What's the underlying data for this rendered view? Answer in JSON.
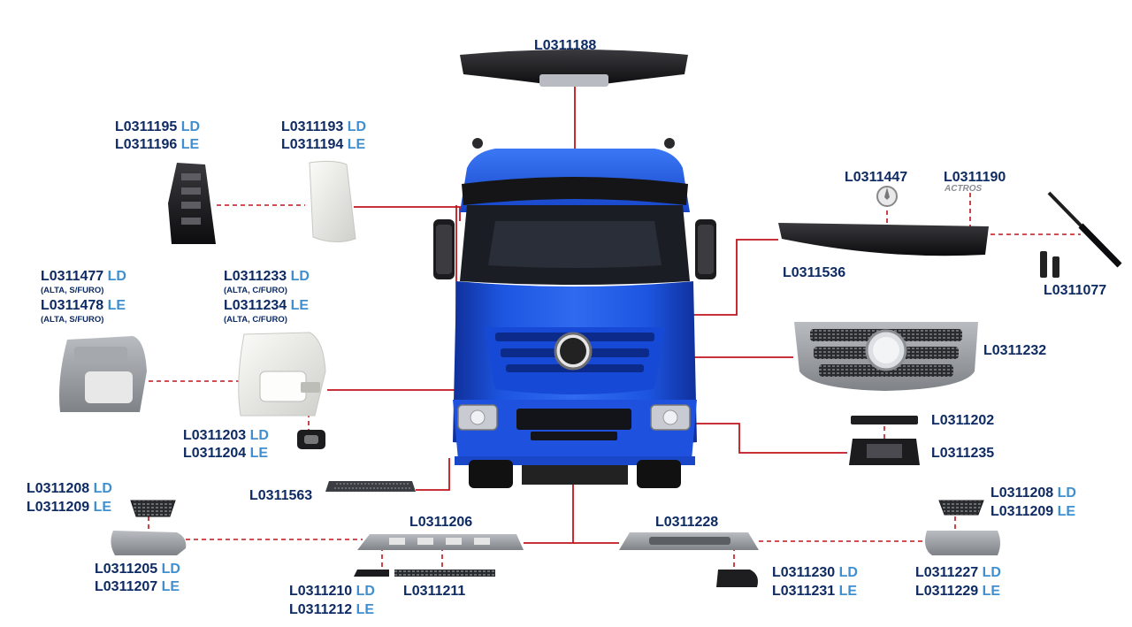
{
  "labels": {
    "roof_spoiler": "L0311188",
    "corner_upper_r_code": "L0311195",
    "corner_upper_r_side": "LD",
    "corner_upper_l_code": "L0311196",
    "corner_upper_l_side": "LE",
    "deflector_r_code": "L0311193",
    "deflector_r_side": "LD",
    "deflector_l_code": "L0311194",
    "deflector_l_side": "LE",
    "emblem": "L0311447",
    "actros_badge": "L0311190",
    "front_panel": "L0311536",
    "gas_spring": "L0311077",
    "bumper_outer_r_code": "L0311477",
    "bumper_outer_r_side": "LD",
    "bumper_outer_r_note": "(ALTA, S/FURO)",
    "bumper_outer_l_code": "L0311478",
    "bumper_outer_l_side": "LE",
    "bumper_outer_l_note": "(ALTA, S/FURO)",
    "bumper_inner_r_code": "L0311233",
    "bumper_inner_r_side": "LD",
    "bumper_inner_r_note": "(ALTA, C/FURO)",
    "bumper_inner_l_code": "L0311234",
    "bumper_inner_l_side": "LE",
    "bumper_inner_l_note": "(ALTA, C/FURO)",
    "grille": "L0311232",
    "fog_frame_r_code": "L0311203",
    "fog_frame_r_side": "LD",
    "fog_frame_l_code": "L0311204",
    "fog_frame_l_side": "LE",
    "plate_cover": "L0311202",
    "plate_holder": "L0311235",
    "step": "L0311563",
    "grid_left_r_code": "L0311208",
    "grid_left_r_side": "LD",
    "grid_left_l_code": "L0311209",
    "grid_left_l_side": "LE",
    "grid_right_r_code": "L0311208",
    "grid_right_r_side": "LD",
    "grid_right_l_code": "L0311209",
    "grid_right_l_side": "LE",
    "lower_bumper_left": "L0311206",
    "lower_bumper_right": "L0311228",
    "end_cap_left_r_code": "L0311205",
    "end_cap_left_r_side": "LD",
    "end_cap_left_l_code": "L0311207",
    "end_cap_left_l_side": "LE",
    "trim_small_r_code": "L0311210",
    "trim_small_r_side": "LD",
    "trim_small_l_code": "L0311212",
    "trim_small_l_side": "LE",
    "trim_strip": "L0311211",
    "spoiler_corner_r_code": "L0311230",
    "spoiler_corner_r_side": "LD",
    "spoiler_corner_l_code": "L0311231",
    "spoiler_corner_l_side": "LE",
    "end_cap_right_r_code": "L0311227",
    "end_cap_right_r_side": "LD",
    "end_cap_right_l_code": "L0311229",
    "end_cap_right_l_side": "LE"
  },
  "badge_text": "ACTROS",
  "colors": {
    "code_text": "#0d2a63",
    "side_text": "#3f8fd0",
    "leader_line": "#c0141c",
    "cab_blue": "#1a4fd6",
    "part_dark": "#1c1c1e",
    "part_grey": "#9a9ea3",
    "part_white": "#e9e9e6"
  }
}
